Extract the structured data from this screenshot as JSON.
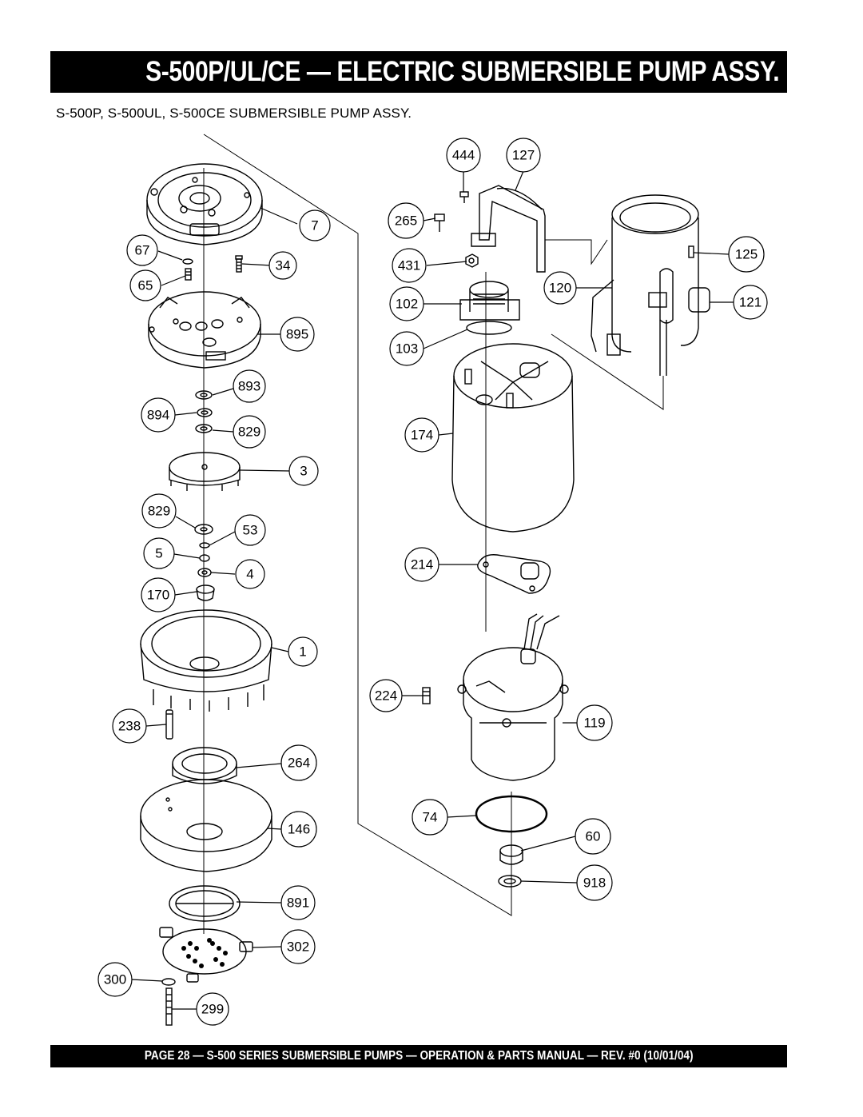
{
  "header": {
    "title": "S-500P/UL/CE — ELECTRIC SUBMERSIBLE PUMP ASSY.",
    "subtitle": "S-500P,  S-500UL, S-500CE SUBMERSIBLE PUMP ASSY."
  },
  "footer": {
    "text": "PAGE 28 — S-500 SERIES SUBMERSIBLE PUMPS — OPERATION & PARTS MANUAL — REV. #0 (10/01/04)"
  },
  "callouts": {
    "c7": "7",
    "c67": "67",
    "c34": "34",
    "c65": "65",
    "c895": "895",
    "c893": "893",
    "c894": "894",
    "c829a": "829",
    "c3": "3",
    "c829b": "829",
    "c53": "53",
    "c5": "5",
    "c4": "4",
    "c170": "170",
    "c1": "1",
    "c238": "238",
    "c264": "264",
    "c146": "146",
    "c891": "891",
    "c302": "302",
    "c300": "300",
    "c299": "299",
    "c444": "444",
    "c127": "127",
    "c265": "265",
    "c431": "431",
    "c125": "125",
    "c102": "102",
    "c120": "120",
    "c121": "121",
    "c103": "103",
    "c174": "174",
    "c214": "214",
    "c224": "224",
    "c119": "119",
    "c74": "74",
    "c60": "60",
    "c918": "918"
  }
}
